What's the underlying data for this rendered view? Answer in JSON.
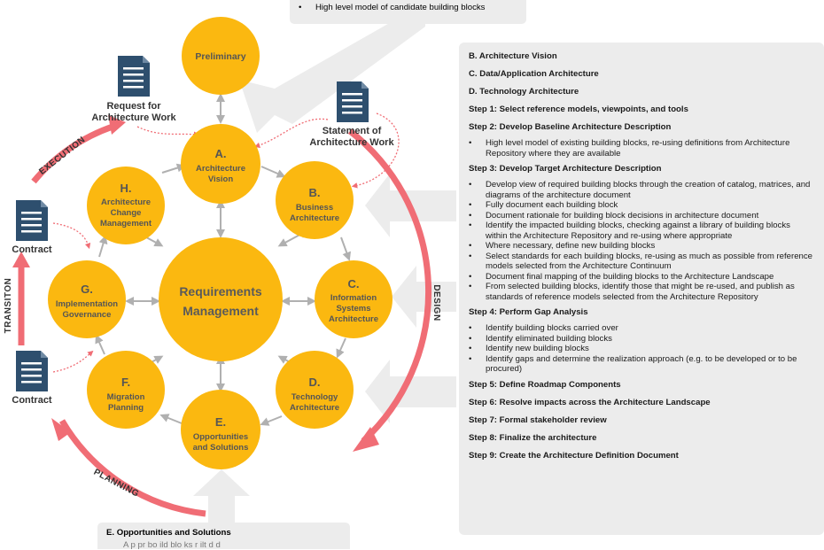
{
  "top_box": {
    "bullet": "High level model of candidate building blocks"
  },
  "documents": {
    "request": "Request for Architecture Work",
    "request_lines": [
      "Request for",
      "Architecture Work"
    ],
    "statement_lines": [
      "Statement of",
      "Architecture Work"
    ],
    "contract_top": "Contract",
    "contract_bottom": "Contract"
  },
  "phases": {
    "execution": "EXECUTION",
    "transition": "TRANSITON",
    "planning": "PLANNING",
    "design": "DESIGN"
  },
  "nodes": {
    "preliminary": "Preliminary",
    "a": {
      "letter": "A.",
      "lines": [
        "Architecture",
        "Vision"
      ]
    },
    "b": {
      "letter": "B.",
      "lines": [
        "Business",
        "Architecture"
      ]
    },
    "c": {
      "letter": "C.",
      "lines": [
        "Information",
        "Systems",
        "Architecture"
      ]
    },
    "d": {
      "letter": "D.",
      "lines": [
        "Technology",
        "Architecture"
      ]
    },
    "e": {
      "letter": "E.",
      "lines": [
        "Opportunities",
        "and Solutions"
      ]
    },
    "f": {
      "letter": "F.",
      "lines": [
        "Migration",
        "Planning"
      ]
    },
    "g": {
      "letter": "G.",
      "lines": [
        "Implementation",
        "Governance"
      ]
    },
    "h": {
      "letter": "H.",
      "lines": [
        "Architecture",
        "Change",
        "Management"
      ]
    },
    "center": {
      "lines": [
        "Requirements",
        "Management"
      ]
    }
  },
  "right_panel": {
    "items": [
      {
        "head": "B. Architecture Vision"
      },
      {
        "head": "C. Data/Application Architecture"
      },
      {
        "head": "D. Technology Architecture"
      },
      {
        "head": "Step 1: Select reference models, viewpoints, and tools"
      },
      {
        "head": "Step 2: Develop Baseline Architecture Description",
        "bullets": [
          "High level model of existing building blocks, re-using definitions from Architecture Repository where they are available"
        ]
      },
      {
        "head": "Step 3: Develop Target Architecture Description",
        "bullets": [
          "Develop view of required building blocks through the creation of catalog, matrices, and diagrams of the architecture document",
          "Fully document each building block",
          "Document rationale for building block decisions in architecture document",
          "Identify the impacted building blocks, checking against a library of building blocks within the Architecture Repository and re-using where appropriate",
          "Where necessary, define new building blocks",
          "Select standards for each building blocks, re-using as much as possible from reference models selected from the Architecture Continuum",
          "Document final mapping of the building blocks to the Architecture Landscape",
          "From selected building blocks, identify those that might be re-used, and publish as standards of reference models selected from the Architecture Repository"
        ]
      },
      {
        "head": "Step 4: Perform Gap Analysis",
        "bullets": [
          "Identify building blocks carried over",
          "Identify eliminated building blocks",
          "Identify new building blocks",
          "Identify gaps and determine the realization approach (e.g. to be developed or to be procured)"
        ]
      },
      {
        "head": "Step 5: Define Roadmap Components"
      },
      {
        "head": "Step 6: Resolve impacts across the Architecture Landscape"
      },
      {
        "head": "Step 7: Formal stakeholder review"
      },
      {
        "head": "Step 8: Finalize the architecture"
      },
      {
        "head": "Step 9: Create the Architecture Definition Document"
      }
    ]
  },
  "bottom_box": {
    "head": "E. Opportunities and Solutions",
    "cut_text": "A p  pr bo ild blo ks  r  ilt    d   d"
  },
  "colors": {
    "node": "#fbb810",
    "arrow": "#f06d75",
    "doc": "#2e4f6e",
    "gray": "#bdbdbd",
    "panel": "#ececec"
  }
}
